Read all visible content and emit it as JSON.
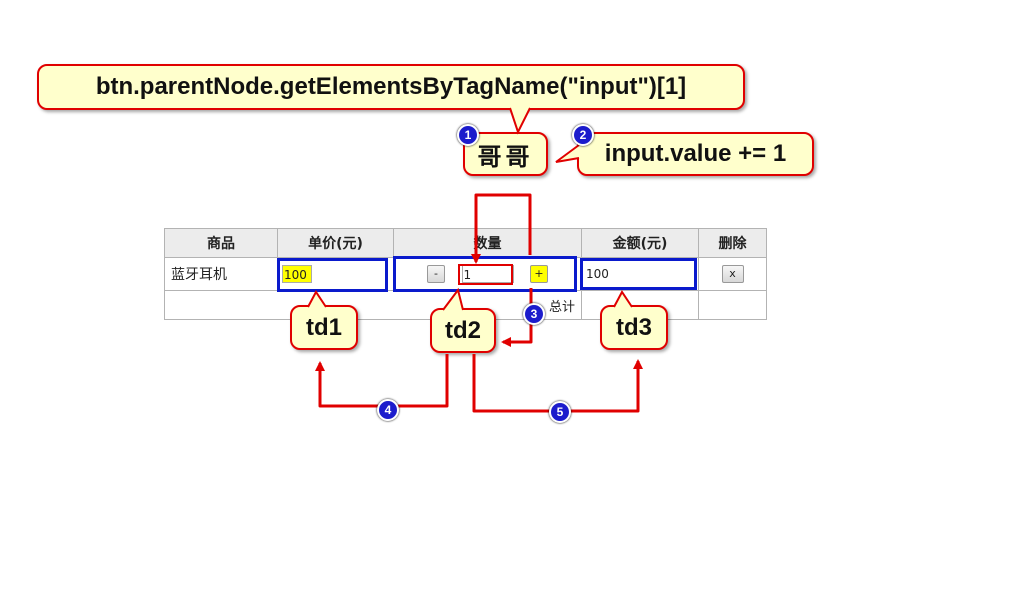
{
  "callouts": {
    "code": "btn.parentNode.getElementsByTagName(\"input\")[1]",
    "gege": "哥哥",
    "increment": "input.value += 1",
    "td1": "td1",
    "td2": "td2",
    "td3": "td3"
  },
  "badges": [
    "1",
    "2",
    "3",
    "4",
    "5"
  ],
  "table": {
    "headers": [
      "商品",
      "单价(元)",
      "数量",
      "金额(元)",
      "删除"
    ],
    "row": {
      "product": "蓝牙耳机",
      "price": "100",
      "minus_label": "-",
      "quantity": "1",
      "plus_label": "+",
      "amount": "100",
      "delete_label": "x"
    },
    "total_label": "总计"
  },
  "colors": {
    "callout_fill": "#ffffcc",
    "callout_border": "#e00000",
    "highlight_blue": "#0a1acc",
    "badge_blue": "#1c1ccc",
    "input_highlight": "#ffff00"
  }
}
